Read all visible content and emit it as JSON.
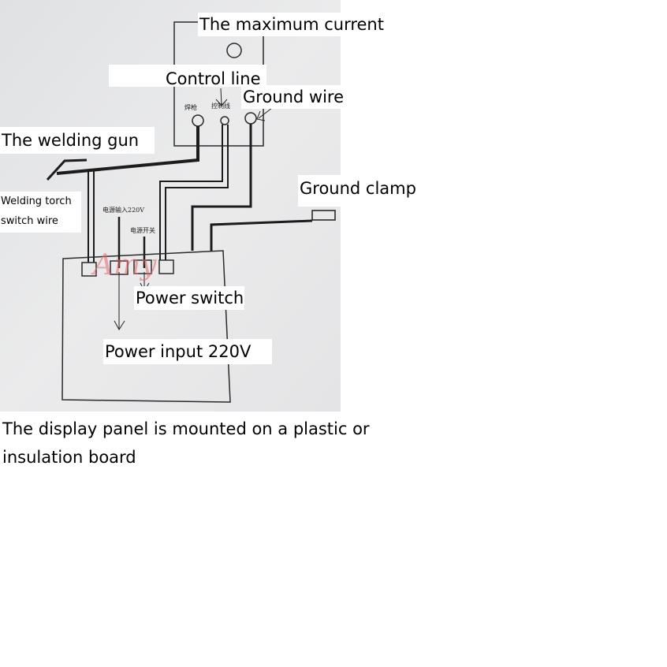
{
  "labels": {
    "max_current": "The maximum current",
    "control_line": "Control line",
    "ground_wire": "Ground wire",
    "welding_gun": "The welding gun",
    "ground_clamp": "Ground clamp",
    "torch_switch_line1": "Welding torch",
    "torch_switch_line2": "switch wire",
    "power_switch": "Power switch",
    "power_input": "Power input 220V"
  },
  "footer": {
    "line1": "The display panel is mounted on a plastic or",
    "line2": "insulation board"
  },
  "photo_text": {
    "welding_gun_cn": "焊枪",
    "control_line_cn": "控制线",
    "power_input_cn": "电源输入220V",
    "power_switch_cn": "电源开关",
    "watermark": "Amy"
  },
  "colors": {
    "paper": "#e9e9ea",
    "ink": "#1c1c1c",
    "watermark": "#e06a6a"
  }
}
